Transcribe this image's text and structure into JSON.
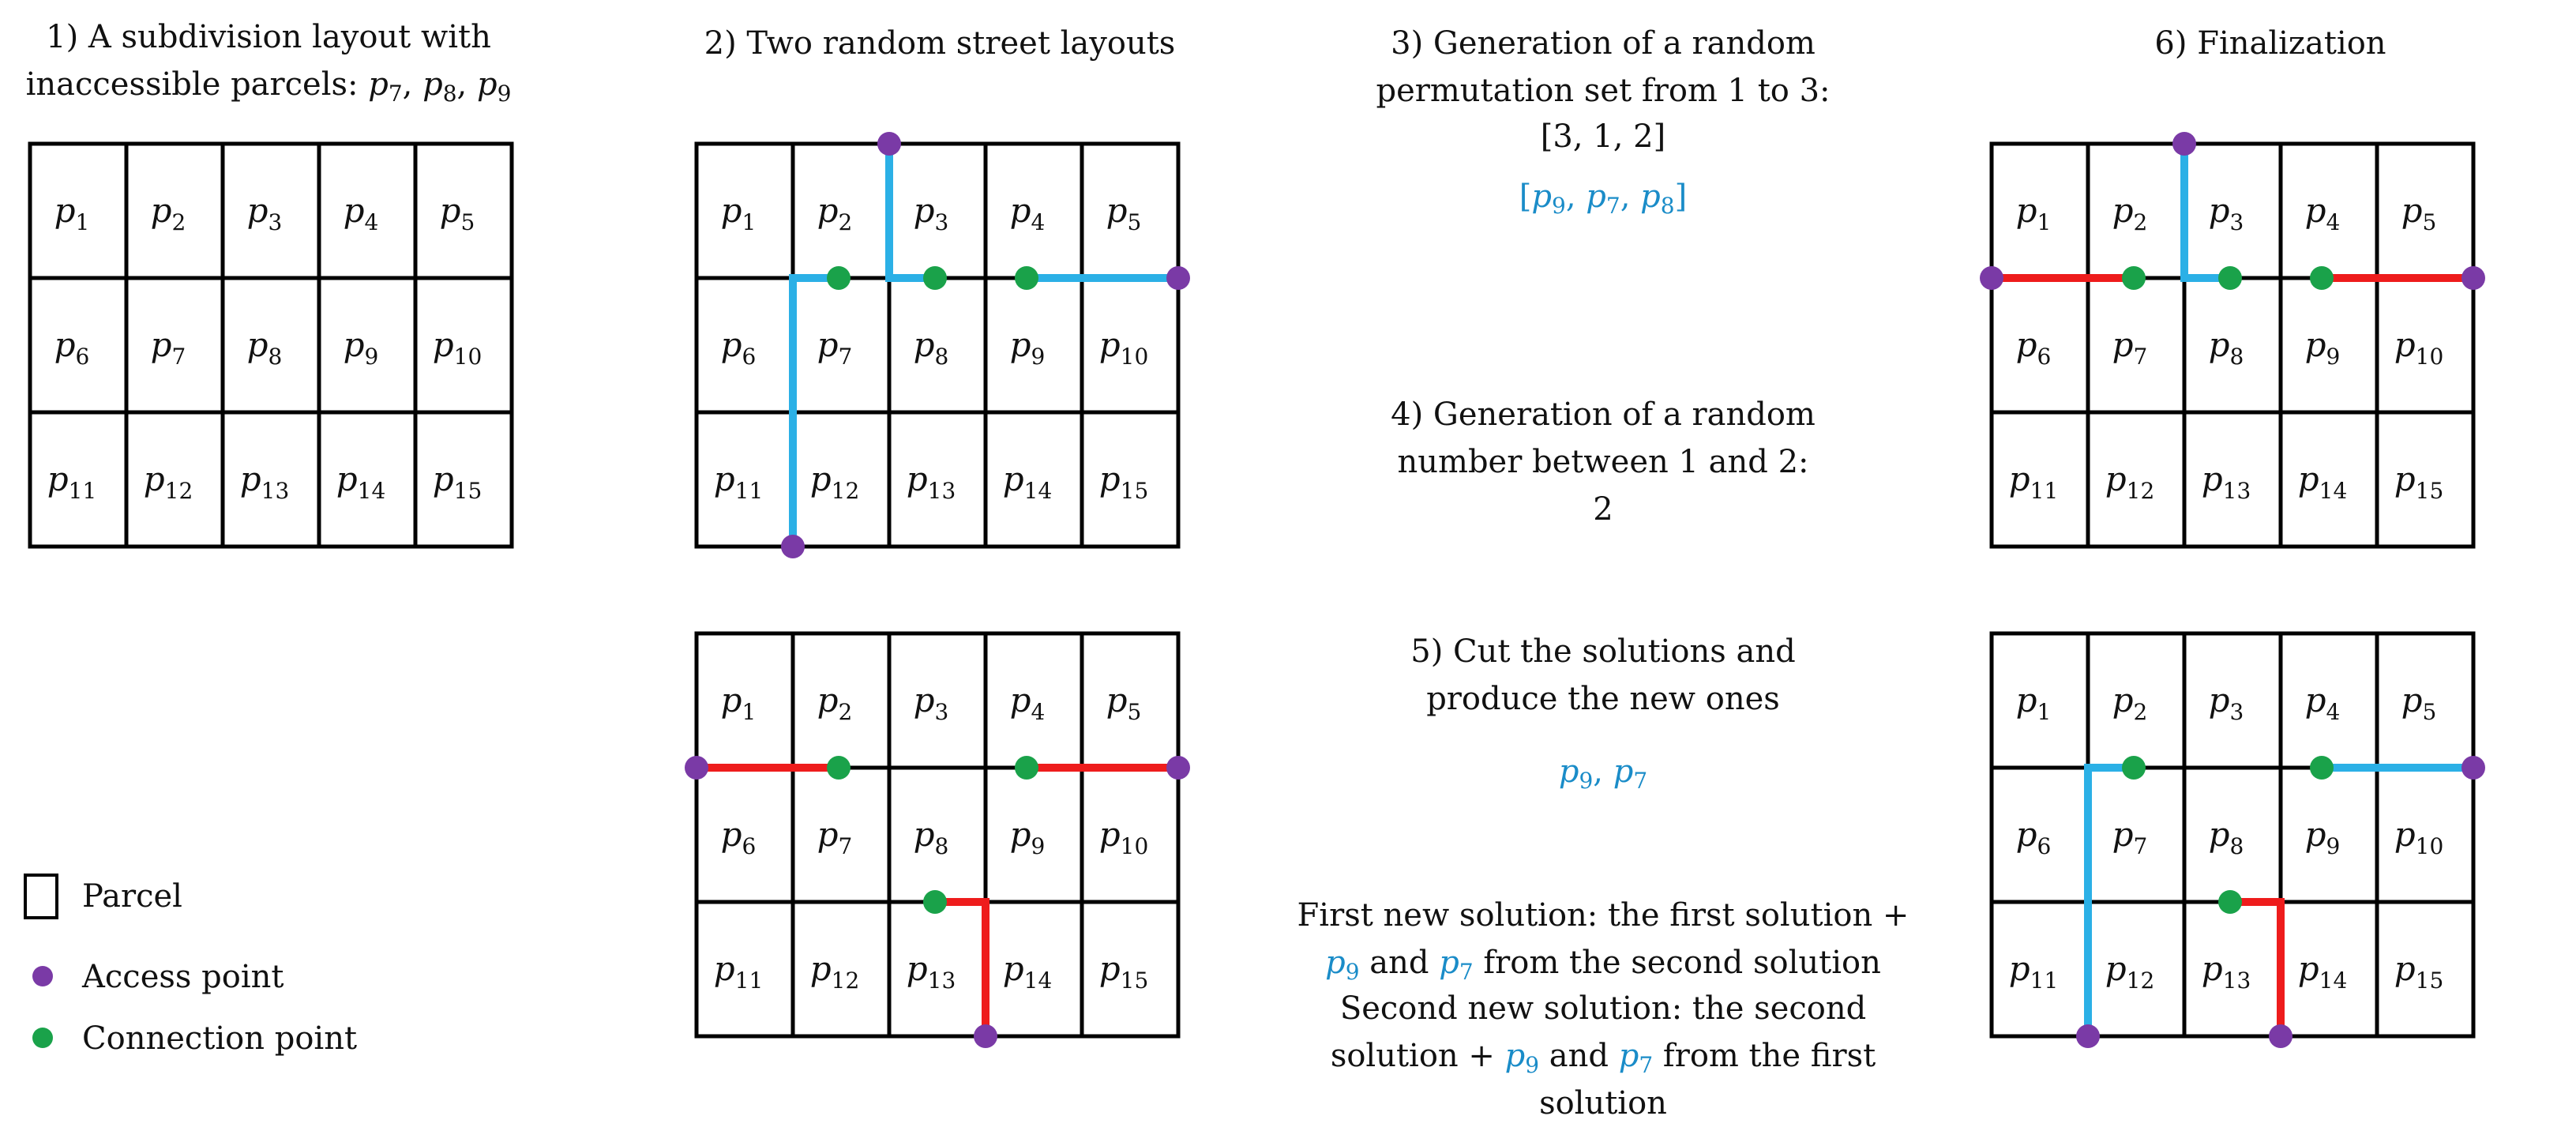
{
  "panels": {
    "p1_caption": [
      "1) A subdivision layout with",
      "inaccessible parcels: "
    ],
    "p2_caption": "2) Two random street layouts",
    "p3_caption": [
      "3) Generation of a random",
      "permutation set from 1 to 3:",
      "[3, 1, 2]"
    ],
    "p3_sequence": [
      "p9",
      "p7",
      "p8"
    ],
    "p4_caption": [
      "4) Generation of a random",
      "number between 1 and 2:",
      "2"
    ],
    "p5_caption": [
      "5) Cut the solutions and",
      "produce the new ones"
    ],
    "p5_cut": [
      "p9",
      "p7"
    ],
    "p6_caption": "6) Finalization",
    "inaccessible": [
      "p7",
      "p8",
      "p9"
    ],
    "explanation": [
      "First new solution: the first solution +",
      "p9 and p7 from the second solution",
      "Second new solution: the second",
      "solution + p9 and p7 from the first",
      "solution"
    ]
  },
  "parcels": [
    "p1",
    "p2",
    "p3",
    "p4",
    "p5",
    "p6",
    "p7",
    "p8",
    "p9",
    "p10",
    "p11",
    "p12",
    "p13",
    "p14",
    "p15"
  ],
  "legend": {
    "parcel": "Parcel",
    "access": "Access point",
    "connection": "Connection point"
  },
  "colors": {
    "street_a": "#2bb0e6",
    "street_b": "#ee1c1c",
    "access_point": "#7a3aa6",
    "connection_point": "#1aa24a",
    "highlight_text": "#1a8cc8"
  }
}
